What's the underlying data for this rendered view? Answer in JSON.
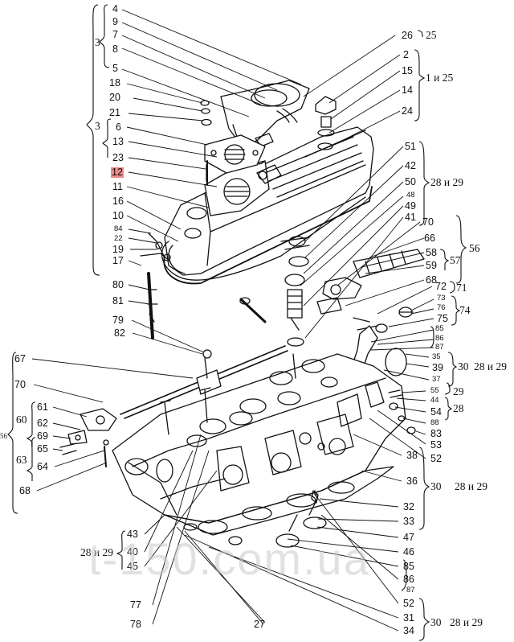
{
  "watermark": "t-150.com.ua",
  "highlight_label": "12",
  "labels_left": [
    "4",
    "9",
    "7",
    "8",
    "5",
    "18",
    "20",
    "21",
    "6",
    "13",
    "23",
    "12",
    "11",
    "16",
    "10",
    "84",
    "22",
    "19",
    "17",
    "80",
    "81",
    "79",
    "82",
    "67",
    "70",
    "61",
    "62",
    "69",
    "65",
    "64",
    "68",
    "43",
    "40",
    "45",
    "77",
    "78",
    "27"
  ],
  "labels_right": [
    "26",
    "2",
    "15",
    "14",
    "24",
    "51",
    "42",
    "50",
    "48",
    "49",
    "41",
    "70",
    "66",
    "58",
    "59",
    "68",
    "72",
    "73",
    "76",
    "75",
    "85",
    "86",
    "87",
    "35",
    "39",
    "37",
    "55",
    "44",
    "54",
    "88",
    "83",
    "53",
    "52",
    "38",
    "36",
    "32",
    "33",
    "47",
    "46",
    "85",
    "86",
    "87",
    "52",
    "31",
    "34"
  ],
  "group_refs": {
    "g3a": "3",
    "g3b": "3",
    "g25": "25",
    "g1_25": "1 и 25",
    "g28_29a": "28 и 29",
    "g56r": "56",
    "g57": "57",
    "g71": "71",
    "g74": "74",
    "g30a": "30",
    "g28_29b": "28 и 29",
    "g29": "29",
    "g28": "28",
    "g30b": "30",
    "g28_29c": "28 и 29",
    "g30c": "30",
    "g28_29d": "28 и 29",
    "g60": "60",
    "g63": "63",
    "g56l": "56",
    "g28_29e": "28 и 29"
  }
}
